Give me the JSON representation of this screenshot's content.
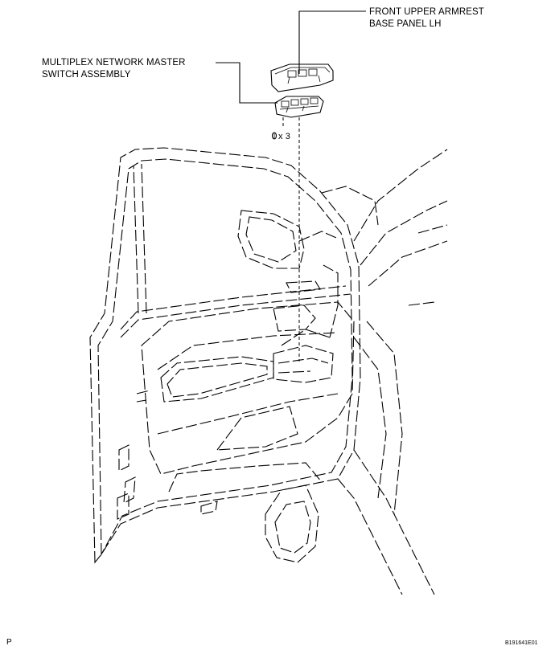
{
  "labels": {
    "armrest_line1": "FRONT UPPER ARMREST",
    "armrest_line2": "BASE PANEL LH",
    "switch_line1": "MULTIPLEX NETWORK MASTER",
    "switch_line2": "SWITCH ASSEMBLY",
    "clip_count": "x 3"
  },
  "footer": {
    "corner_letter": "P",
    "figure_code": "B191641E01"
  }
}
